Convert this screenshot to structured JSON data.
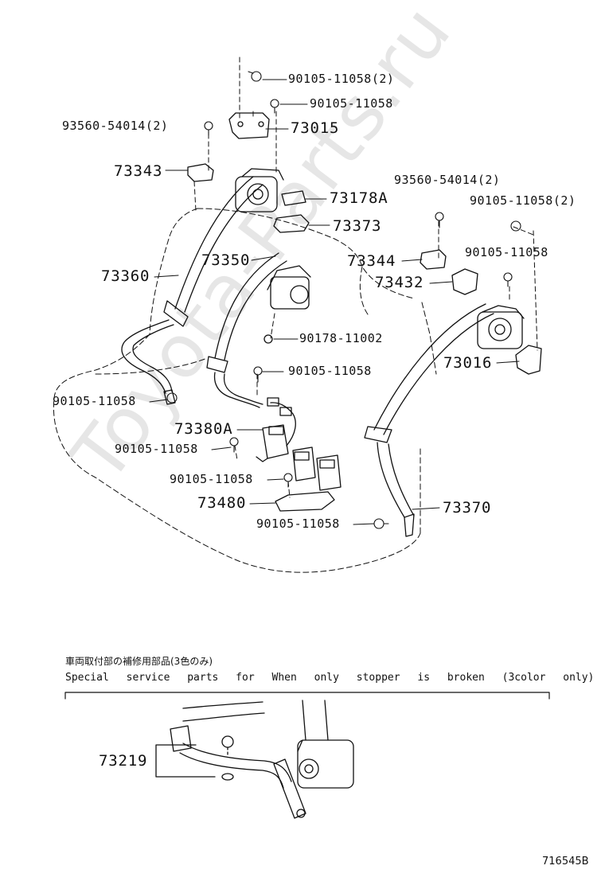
{
  "watermark": "Toyota-Parts.ru",
  "diagram_code": "716545B",
  "notes": {
    "jp": "車両取付部の補修用部品(3色のみ)",
    "en": "Special service parts for When only stopper is broken (3color only)"
  },
  "labels": {
    "bolt_top_2": "90105-11058(2)",
    "bolt_top": "90105-11058",
    "screw_left_2": "93560-54014(2)",
    "bracket_73015": "73015",
    "anchor_73343": "73343",
    "cover_73178a": "73178A",
    "plate_73373": "73373",
    "screw_right_2": "93560-54014(2)",
    "bolt_right_2": "90105-11058(2)",
    "belt_73360": "73360",
    "belt_73350": "73350",
    "anchor_73344": "73344",
    "bolt_right": "90105-11058",
    "cover_73432": "73432",
    "nut_90178": "90178-11002",
    "bracket_73016": "73016",
    "bolt_mid": "90105-11058",
    "bolt_left": "90105-11058",
    "buckle_73380a": "73380A",
    "bolt_buckle": "90105-11058",
    "bolt_center": "90105-11058",
    "buckle_73480": "73480",
    "belt_73370": "73370",
    "bolt_bottom": "90105-11058",
    "stopper_73219": "73219"
  }
}
